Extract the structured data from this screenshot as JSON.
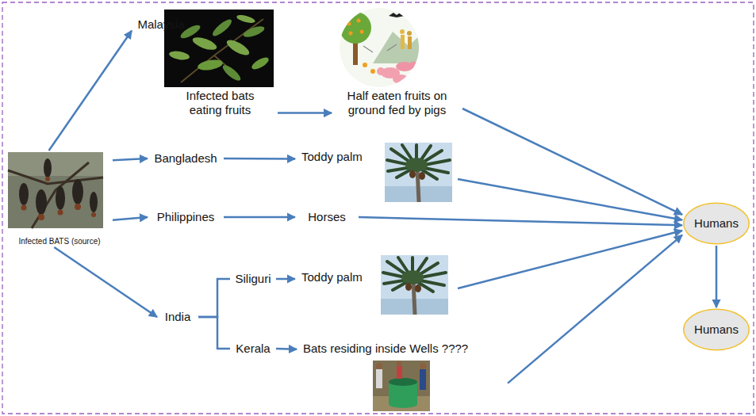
{
  "diagram": {
    "nodes": [
      {
        "text": [
          "Malaysia"
        ]
      },
      {
        "text": [
          "Infected bats eating fruits"
        ]
      },
      {
        "text": [
          "Half eaten fruits on ground fed by pigs"
        ]
      },
      {
        "text": [
          "Infected BATS (source)"
        ]
      },
      {
        "text": [
          "Bangladesh"
        ]
      },
      {
        "text": [
          "Toddy palm"
        ]
      },
      {
        "text": [
          "Philippines"
        ]
      },
      {
        "text": [
          "Horses"
        ]
      },
      {
        "text": [
          "India"
        ]
      },
      {
        "text": [
          "Siliguri"
        ]
      },
      {
        "text": [
          "Toddy palm"
        ]
      },
      {
        "text": [
          "Kerala"
        ]
      },
      {
        "text": [
          "Bats residing inside Wells ????"
        ]
      },
      {
        "text": [
          "Humans"
        ]
      },
      {
        "text": [
          "Humans"
        ]
      }
    ],
    "edges": [
      {
        "from": 3,
        "to": 0,
        "arrow": "to"
      },
      {
        "from": 1,
        "to": 2,
        "arrow": "to"
      },
      {
        "from": 2,
        "to": 13,
        "arrow": "to"
      },
      {
        "from": 3,
        "to": 4,
        "arrow": "to"
      },
      {
        "from": 4,
        "to": 5,
        "arrow": "to"
      },
      {
        "from": 5,
        "to": 13,
        "arrow": "to"
      },
      {
        "from": 3,
        "to": 6,
        "arrow": "to"
      },
      {
        "from": 6,
        "to": 7,
        "arrow": "to"
      },
      {
        "from": 7,
        "to": 13,
        "arrow": "to"
      },
      {
        "from": 3,
        "to": 8,
        "arrow": "to"
      },
      {
        "from": 8,
        "to": 9,
        "arrow": "none"
      },
      {
        "from": 8,
        "to": 11,
        "arrow": "none"
      },
      {
        "from": 9,
        "to": 10,
        "arrow": "to"
      },
      {
        "from": 10,
        "to": 13,
        "arrow": "to"
      },
      {
        "from": 11,
        "to": 12,
        "arrow": "to"
      },
      {
        "from": 12,
        "to": 13,
        "arrow": "to"
      },
      {
        "from": 13,
        "to": 14,
        "arrow": "to"
      }
    ]
  }
}
